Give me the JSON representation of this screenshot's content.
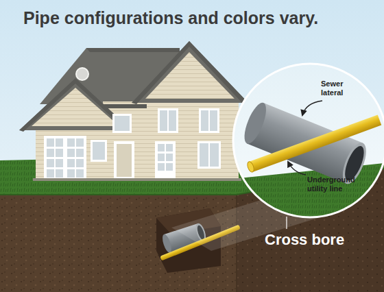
{
  "diagram": {
    "title": "Pipe configurations and colors vary.",
    "labels": [
      "Sewer lateral",
      "Underground utility line",
      "Cross bore"
    ]
  }
}
